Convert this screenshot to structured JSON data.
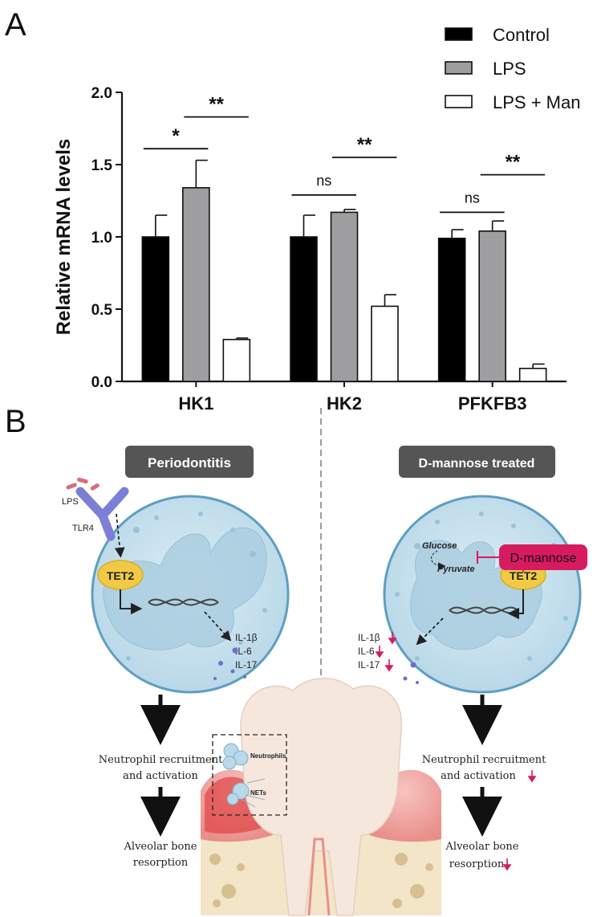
{
  "panel_a": {
    "letter": "A"
  },
  "panel_b": {
    "letter": "B",
    "left_title": "Periodontitis",
    "right_title": "D-mannose treated",
    "lps_label": "LPS",
    "tlr4_label": "TLR4",
    "tet2_label": "TET2",
    "cytokines_left": [
      "IL-1β",
      "IL-6",
      "IL-17"
    ],
    "cytokines_right": [
      "IL-1β",
      "IL-6",
      "IL-17"
    ],
    "glucose_label": "Glucose",
    "pyruvate_label": "Pyruvate",
    "dmannose_label": "D-mannose",
    "neutrophils_label": "Neutrophils",
    "nets_label": "NETs",
    "left_step1": [
      "Neutrophil recruitment",
      "and activation"
    ],
    "left_step2": [
      "Alveolar bone",
      "resorption"
    ],
    "right_step1": [
      "Neutrophil recruitment",
      "and activation"
    ],
    "right_step2": [
      "Alveolar bone",
      "resorption"
    ],
    "colors": {
      "title_box": "#555555",
      "dmannose": "#d81b60",
      "cell": "#c7e0ec",
      "tet2": "#f0c945",
      "receptor": "#7b7fd6"
    }
  },
  "chart_data": {
    "type": "bar",
    "categories": [
      "HK1",
      "HK2",
      "PFKFB3"
    ],
    "series": [
      {
        "name": "Control",
        "values": [
          1.0,
          1.0,
          0.99
        ],
        "errors": [
          0.15,
          0.15,
          0.06
        ],
        "color": "#000000"
      },
      {
        "name": "LPS",
        "values": [
          1.34,
          1.17,
          1.04
        ],
        "errors": [
          0.19,
          0.02,
          0.07
        ],
        "color": "#9e9ea0"
      },
      {
        "name": "LPS + Man",
        "values": [
          0.29,
          0.52,
          0.09
        ],
        "errors": [
          0.01,
          0.08,
          0.03
        ],
        "color": "#ffffff"
      }
    ],
    "ylabel": "Relative mRNA levels",
    "ylim": [
      0,
      2.0
    ],
    "yticks": [
      "0.0",
      "0.5",
      "1.0",
      "1.5",
      "2.0"
    ],
    "legend_position": "top-right",
    "significance": [
      {
        "category": "HK1",
        "pair": [
          "Control",
          "LPS"
        ],
        "label": "*",
        "level": 1.61
      },
      {
        "category": "HK1",
        "pair": [
          "LPS",
          "LPS + Man"
        ],
        "label": "**",
        "level": 1.83
      },
      {
        "category": "HK2",
        "pair": [
          "Control",
          "LPS"
        ],
        "label": "ns",
        "level": 1.29
      },
      {
        "category": "HK2",
        "pair": [
          "LPS",
          "LPS + Man"
        ],
        "label": "**",
        "level": 1.55
      },
      {
        "category": "PFKFB3",
        "pair": [
          "Control",
          "LPS"
        ],
        "label": "ns",
        "level": 1.17
      },
      {
        "category": "PFKFB3",
        "pair": [
          "LPS",
          "LPS + Man"
        ],
        "label": "**",
        "level": 1.43
      }
    ]
  }
}
